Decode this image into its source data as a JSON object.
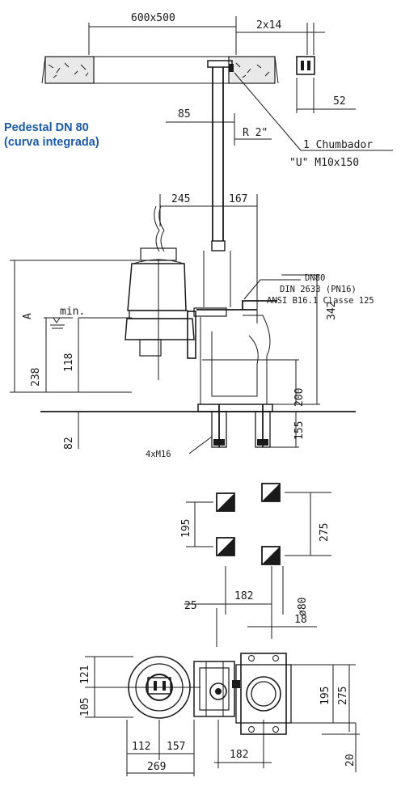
{
  "title": {
    "line1": "Pedestal DN 80",
    "line2": "(curva integrada)"
  },
  "colors": {
    "title": "#1a5aa8",
    "line": "#1a1a1a"
  },
  "dimensions": {
    "top_width": "600x500",
    "bolt_size": "2x14",
    "d52": "52",
    "d85": "85",
    "r2": "R 2\"",
    "d245": "245",
    "d167": "167",
    "A": "A",
    "min": "min.",
    "d238": "238",
    "d118": "118",
    "d82": "82",
    "d342": "342",
    "d200": "200",
    "d155": "155",
    "d195_plan": "195",
    "d275_plan": "275",
    "d182": "182",
    "o80": "ø80",
    "d25": "25",
    "d18": "18",
    "d121": "121",
    "d105": "105",
    "d195_bottom": "195",
    "d275_bottom": "275",
    "d112": "112",
    "d157": "157",
    "d269": "269",
    "d182_bottom": "182",
    "d20": "20"
  },
  "labels": {
    "chumbador1": "1 Chumbador",
    "chumbador2": "\"U\" M10x150",
    "dn80": "DN80",
    "din": "DIN 2633 (PN16)",
    "ansi": "ANSI B16.1 Classe 125",
    "bolts": "4xM16"
  }
}
